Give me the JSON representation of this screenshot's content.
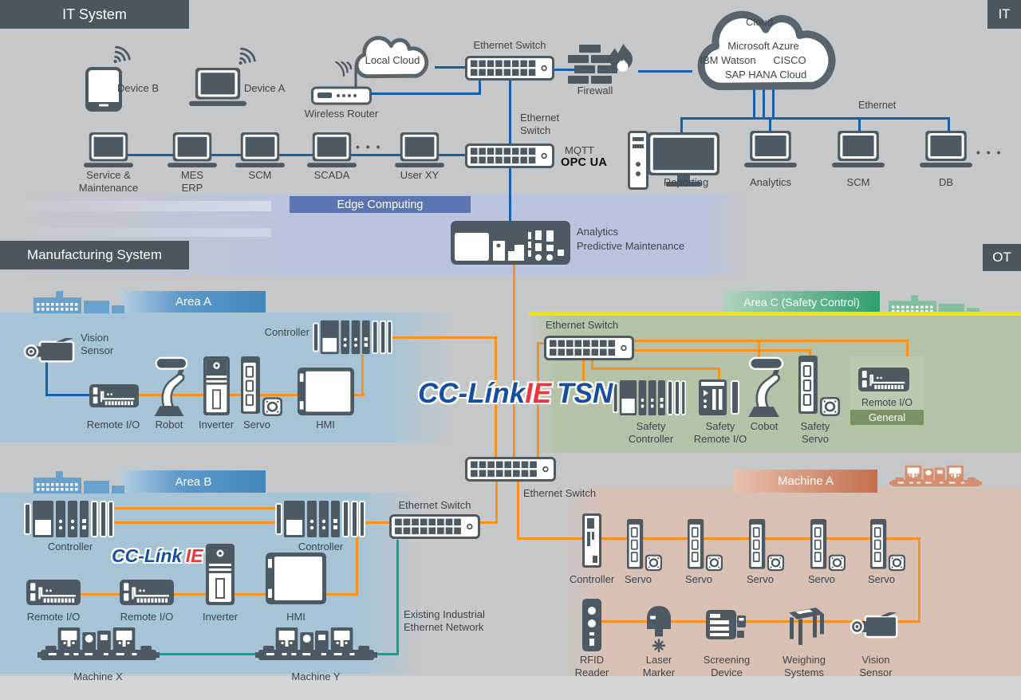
{
  "it": {
    "header": "IT System",
    "corner_tag": "IT",
    "device_b": "Device B",
    "device_a": "Device A",
    "wireless_router": "Wireless Router",
    "local_cloud": "Local Cloud",
    "ethernet_switch_top": "Ethernet Switch",
    "firewall": "Firewall",
    "cloud": {
      "title": "Cloud",
      "vendor_1": "Microsoft Azure",
      "vendor_2": "IBM Watson",
      "vendor_3": "CISCO",
      "vendor_4": "SAP HANA Cloud"
    },
    "workstations": [
      "Service &\nMaintenance",
      "MES\nERP",
      "SCM",
      "SCADA",
      "User XY"
    ],
    "ellipsis": "• • •",
    "ethernet_switch_mid": "Ethernet\nSwitch",
    "mqtt": "MQTT",
    "opcua": "OPC UA",
    "ethernet_label": "Ethernet",
    "servers": [
      "Reporting",
      "Analytics",
      "SCM",
      "DB"
    ]
  },
  "edge": {
    "banner": "Edge Computing",
    "line1": "Analytics",
    "line2": "Predictive Maintenance"
  },
  "ot": {
    "header": "Manufacturing System",
    "corner_tag": "OT"
  },
  "network": {
    "tsn_logo": {
      "part1": "CC-Línk",
      "part2": "IE",
      "part3": "TSN"
    },
    "ie_logo": {
      "part1": "CC-Línk",
      "part2": "IE"
    },
    "central_switch": "Ethernet Switch",
    "existing_net": "Existing Industrial\nEthernet Network"
  },
  "area_a": {
    "banner": "Area A",
    "vision_sensor": "Vision\nSensor",
    "controller": "Controller",
    "remote_io": "Remote I/O",
    "robot": "Robot",
    "inverter": "Inverter",
    "servo": "Servo",
    "hmi": "HMI"
  },
  "area_b": {
    "banner": "Area B",
    "controller_1": "Controller",
    "controller_2": "Controller",
    "ethernet_switch": "Ethernet Switch",
    "remote_io_1": "Remote I/O",
    "remote_io_2": "Remote I/O",
    "inverter": "Inverter",
    "hmi": "HMI",
    "machine_x": "Machine X",
    "machine_y": "Machine Y"
  },
  "area_c": {
    "banner": "Area C (Safety Control)",
    "ethernet_switch": "Ethernet Switch",
    "safety_controller": "Safety\nController",
    "safety_remote_io": "Safety\nRemote I/O",
    "cobot": "Cobot",
    "safety_servo": "Safety\nServo",
    "remote_io": "Remote I/O",
    "general": "General"
  },
  "machine_a": {
    "banner": "Machine A",
    "controller": "Controller",
    "servos": [
      "Servo",
      "Servo",
      "Servo",
      "Servo",
      "Servo"
    ],
    "rfid": "RFID\nReader",
    "laser": "Laser\nMarker",
    "screening": "Screening\nDevice",
    "weighing": "Weighing\nSystems",
    "vision": "Vision\nSensor"
  },
  "colors": {
    "it_ethernet_line": "#1761a8",
    "tsn_line": "#f6921e",
    "legacy_ethernet_line": "#00a98f",
    "safety_area_line": "#f2e500",
    "device": "#4e5a63"
  }
}
